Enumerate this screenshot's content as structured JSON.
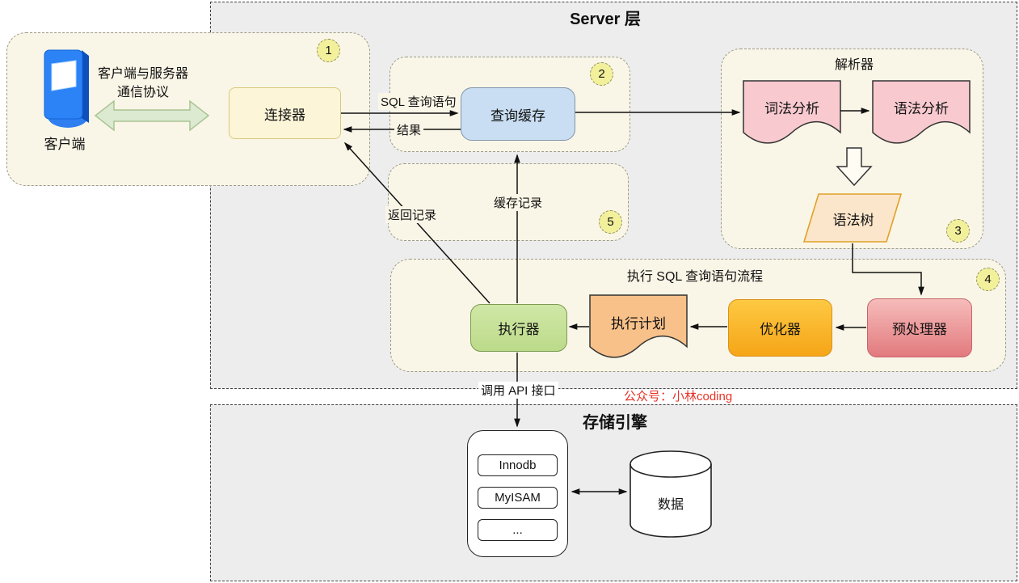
{
  "diagram": {
    "server_layer_title": "Server 层",
    "storage_layer_title": "存储引擎",
    "regions": {
      "parser_title": "解析器",
      "execute_flow_title": "执行 SQL 查询语句流程"
    },
    "client": {
      "device_label": "客户端",
      "protocol_line1": "客户端与服务器",
      "protocol_line2": "通信协议"
    },
    "nodes": {
      "connector": "连接器",
      "query_cache": "查询缓存",
      "lexical_analysis": "词法分析",
      "syntax_analysis": "语法分析",
      "syntax_tree": "语法树",
      "executor": "执行器",
      "execution_plan": "执行计划",
      "optimizer": "优化器",
      "preprocessor": "预处理器"
    },
    "edge_labels": {
      "sql_query": "SQL 查询语句",
      "result": "结果",
      "return_record": "返回记录",
      "cache_record": "缓存记录",
      "call_api": "调用 API 接口"
    },
    "storage": {
      "engines": [
        "Innodb",
        "MyISAM",
        "..."
      ],
      "data_label": "数据"
    },
    "step_badges": [
      "1",
      "2",
      "3",
      "4",
      "5"
    ],
    "watermark": "公众号：小林coding",
    "colors": {
      "watermark_red": "#e93226",
      "badge_yellow": "#f3f09b",
      "cache_blue": "#c9def2",
      "connector_yellow": "#fdf5d7",
      "executor_green": "#c6e39b",
      "optimizer_orange": "#f9b022",
      "preprocessor_pink": "#ec9a9c",
      "doc_pink": "#f8cad0",
      "doc_orange": "#f8c18a",
      "tree_tan": "#fce6cb",
      "layer_gray": "#ededed",
      "region_cream": "#faf6e7"
    }
  }
}
